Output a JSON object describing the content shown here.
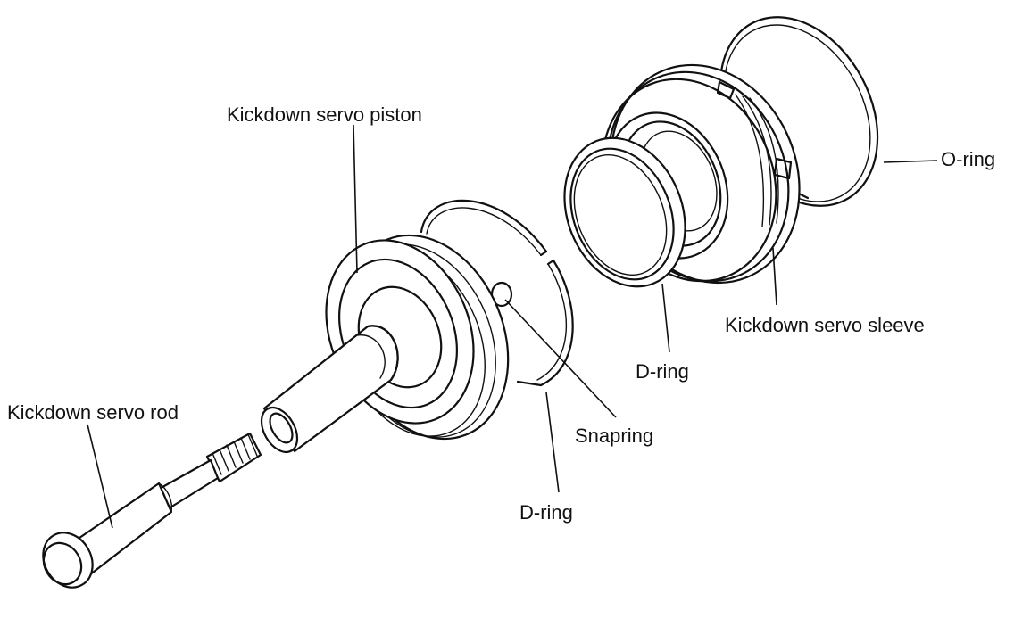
{
  "labels": {
    "piston": "Kickdown servo piston",
    "rod": "Kickdown servo rod",
    "oring": "O-ring",
    "sleeve": "Kickdown servo sleeve",
    "dring_upper": "D-ring",
    "snapring": "Snapring",
    "dring_lower": "D-ring"
  },
  "colors": {
    "ink": "#111111",
    "background": "#ffffff"
  }
}
